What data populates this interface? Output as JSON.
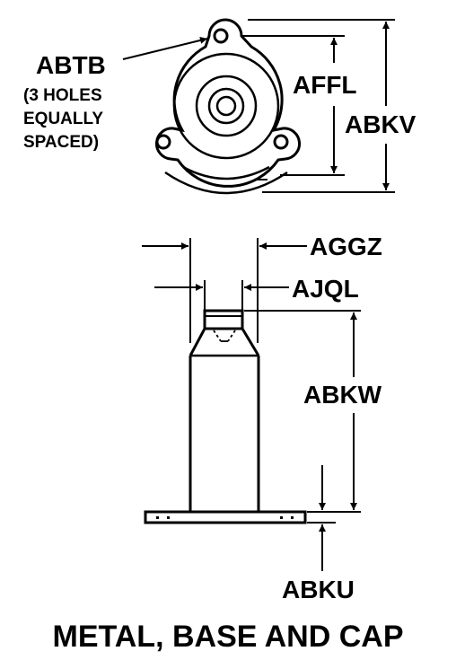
{
  "labels": {
    "abtb": "ABTB",
    "holes_note_1": "(3 HOLES",
    "holes_note_2": "EQUALLY",
    "holes_note_3": "SPACED)",
    "affl": "AFFL",
    "abkv": "ABKV",
    "aggz": "AGGZ",
    "ajql": "AJQL",
    "abkw": "ABKW",
    "abku": "ABKU"
  },
  "title": "METAL, BASE AND CAP",
  "colors": {
    "ink": "#000000",
    "background": "#ffffff"
  }
}
